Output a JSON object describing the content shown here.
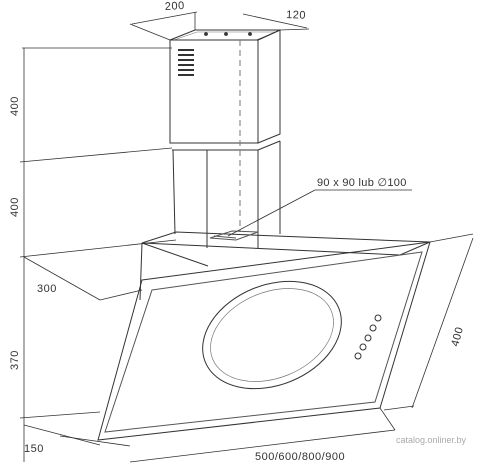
{
  "drawing": {
    "labels": {
      "chimney_width": "200",
      "chimney_depth": "120",
      "upper_chimney_height": "400",
      "lower_chimney_height": "400",
      "hood_depth": "300",
      "panel_height": "370",
      "base_depth": "150",
      "widths": "500/600/800/900",
      "panel_side": "400",
      "outlet_note": "90 x 90 lub ∅100"
    },
    "watermark": "catalog.onliner.by",
    "colors": {
      "line": "#333333",
      "light_line": "#777777",
      "paper": "#ffffff"
    }
  }
}
